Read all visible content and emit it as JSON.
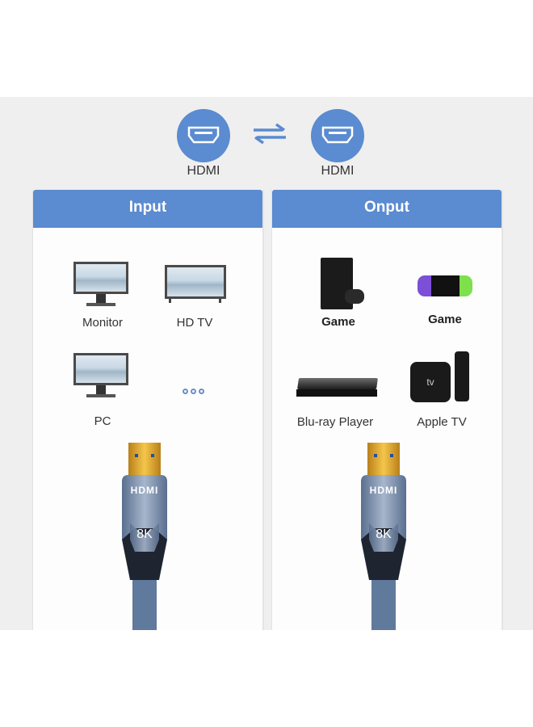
{
  "top": {
    "left_connector": {
      "label": "HDMI",
      "icon": "hdmi-port-icon"
    },
    "swap_icon": "bidirectional-arrows-icon",
    "right_connector": {
      "label": "HDMI",
      "icon": "hdmi-port-icon"
    }
  },
  "input_panel": {
    "title": "Input",
    "devices": [
      {
        "label": "Monitor",
        "icon": "monitor-icon"
      },
      {
        "label": "HD TV",
        "icon": "tv-icon"
      },
      {
        "label": "PC",
        "icon": "pc-monitor-icon"
      },
      {
        "label": "",
        "icon": "more-dots-icon"
      }
    ],
    "cable": {
      "brand": "HDMI",
      "spec": "8K"
    }
  },
  "output_panel": {
    "title": "Onput",
    "devices": [
      {
        "label": "Game",
        "icon": "console-icon"
      },
      {
        "label": "Game",
        "icon": "handheld-console-icon"
      },
      {
        "label": "Blu-ray Player",
        "icon": "bluray-player-icon"
      },
      {
        "label": "Apple TV",
        "icon": "apple-tv-icon"
      }
    ],
    "cable": {
      "brand": "HDMI",
      "spec": "8K"
    }
  },
  "colors": {
    "accent": "#5b8bd0",
    "band": "#efefef",
    "panel": "#fdfdfd",
    "gold": "#e0a92a",
    "cable_braid": "#5f7a9c"
  }
}
